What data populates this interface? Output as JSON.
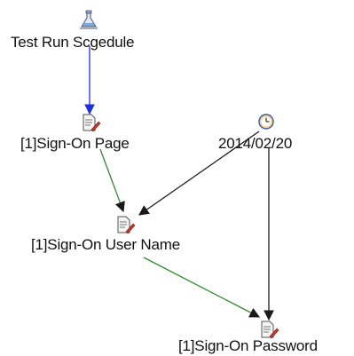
{
  "diagram": {
    "nodes": [
      {
        "id": "schedule",
        "label": "Test Run Scgedule",
        "icon": "flask-icon"
      },
      {
        "id": "page",
        "label": "[1]Sign-On Page",
        "icon": "script-pen-icon"
      },
      {
        "id": "date",
        "label": "2014/02/20",
        "icon": "clock-icon"
      },
      {
        "id": "username",
        "label": "[1]Sign-On User Name",
        "icon": "script-pen-icon"
      },
      {
        "id": "password",
        "label": "[1]Sign-On Password",
        "icon": "script-pen-icon"
      }
    ],
    "edges": [
      {
        "from": "schedule",
        "to": "page",
        "color": "#1f2fd6"
      },
      {
        "from": "page",
        "to": "username",
        "color": "#2e8b2e"
      },
      {
        "from": "date",
        "to": "username",
        "color": "#1a1a1a"
      },
      {
        "from": "date",
        "to": "password",
        "color": "#1a1a1a"
      },
      {
        "from": "username",
        "to": "password",
        "color": "#2e8b2e"
      }
    ]
  }
}
